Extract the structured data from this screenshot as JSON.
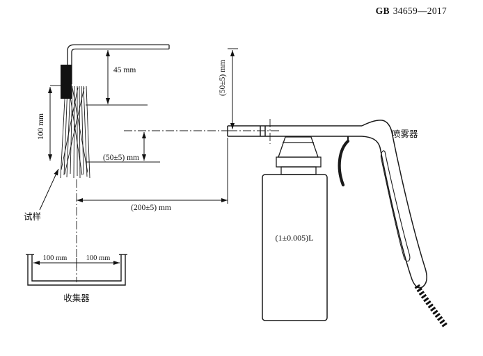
{
  "header": {
    "code_prefix": "GB",
    "code_number": "34659—2017"
  },
  "dimensions": {
    "bracket_height": "45 mm",
    "upper_offset": "(50±5) mm",
    "sample_length": "100 mm",
    "lower_offset": "(50±5) mm",
    "nozzle_distance": "(200±5) mm",
    "collector_left_half": "100 mm",
    "collector_right_half": "100 mm",
    "bottle_volume": "(1±0.005)L"
  },
  "labels": {
    "sample": "试样",
    "collector": "收集器",
    "sprayer": "喷雾器"
  }
}
